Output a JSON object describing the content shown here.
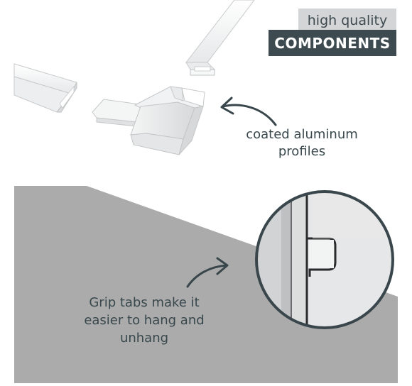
{
  "badge": {
    "line1": "high quality",
    "line2": "COMPONENTS"
  },
  "captions": {
    "profiles": "coated aluminum profiles",
    "grip_tabs": "Grip tabs make it easier to hang and unhang"
  },
  "colors": {
    "badge_light_bg": "#d3d5d6",
    "badge_dark_bg": "#3d4a4f",
    "text": "#38474c",
    "gray_panel": "#ababab"
  }
}
